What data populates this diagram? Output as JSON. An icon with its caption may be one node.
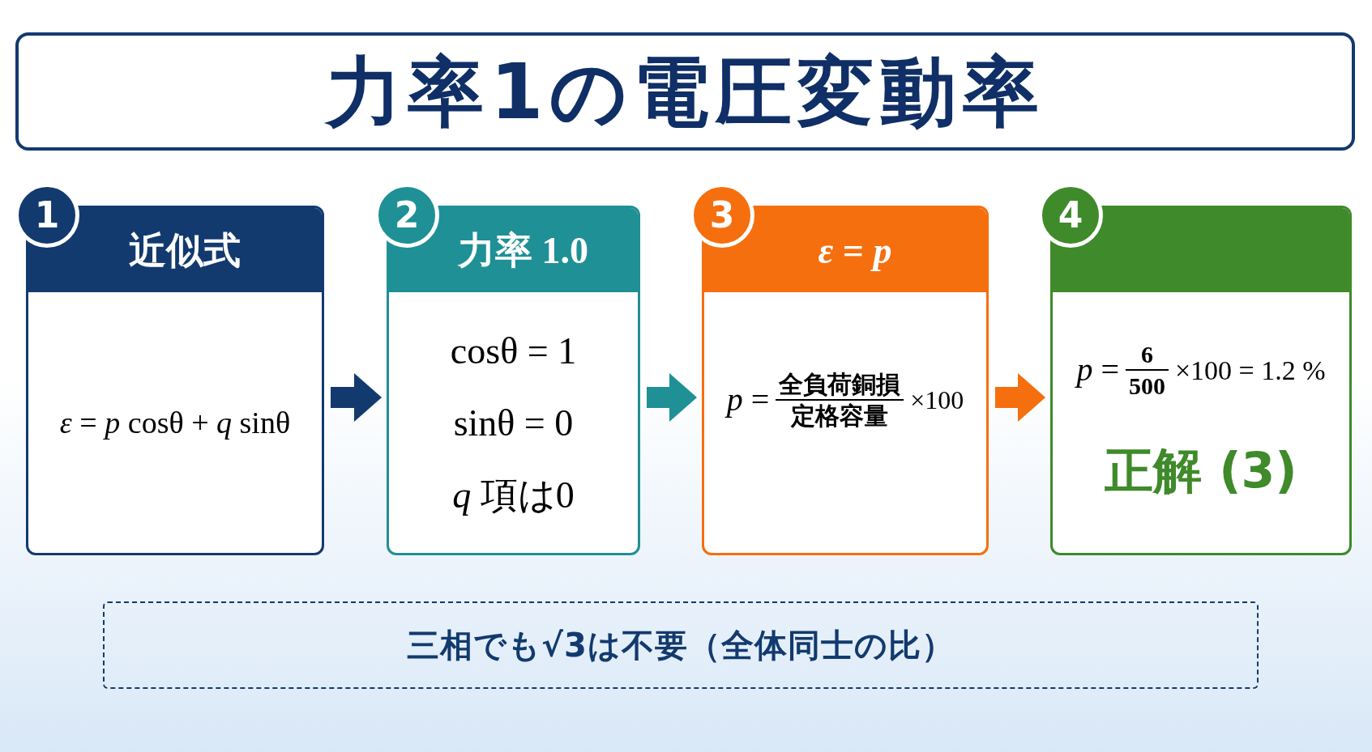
{
  "diagram": {
    "title": "力率1の電圧変動率",
    "nodes": [
      {
        "text": [
          "1"
        ]
      },
      {
        "text": [
          "近似式",
          "*ε* = *p* cosθ + *q* sinθ"
        ]
      },
      {
        "text": [
          "2"
        ]
      },
      {
        "text": [
          "力率 1.0",
          "cosθ = 1",
          "sinθ = 0",
          "*q* 項は0"
        ]
      },
      {
        "text": [
          "3"
        ]
      },
      {
        "text": [
          "*ε* = *p*",
          "*p* =",
          "全負荷銅損",
          "定格容量",
          "×100"
        ]
      },
      {
        "text": [
          "4"
        ]
      },
      {
        "text": [
          "*p* =",
          "6",
          "500",
          "×100 = 1.2 %",
          "正解 (3)"
        ]
      },
      {
        "text": [
          "三相でも√3は不要（全体同士の比）"
        ]
      }
    ],
    "edges": [
      {
        "from": 1,
        "to": 3,
        "arrow": "to",
        "color": "#123a6e"
      },
      {
        "from": 3,
        "to": 5,
        "arrow": "to",
        "color": "#1f9096"
      },
      {
        "from": 5,
        "to": 7,
        "arrow": "to",
        "color": "#f56f0f"
      }
    ]
  }
}
